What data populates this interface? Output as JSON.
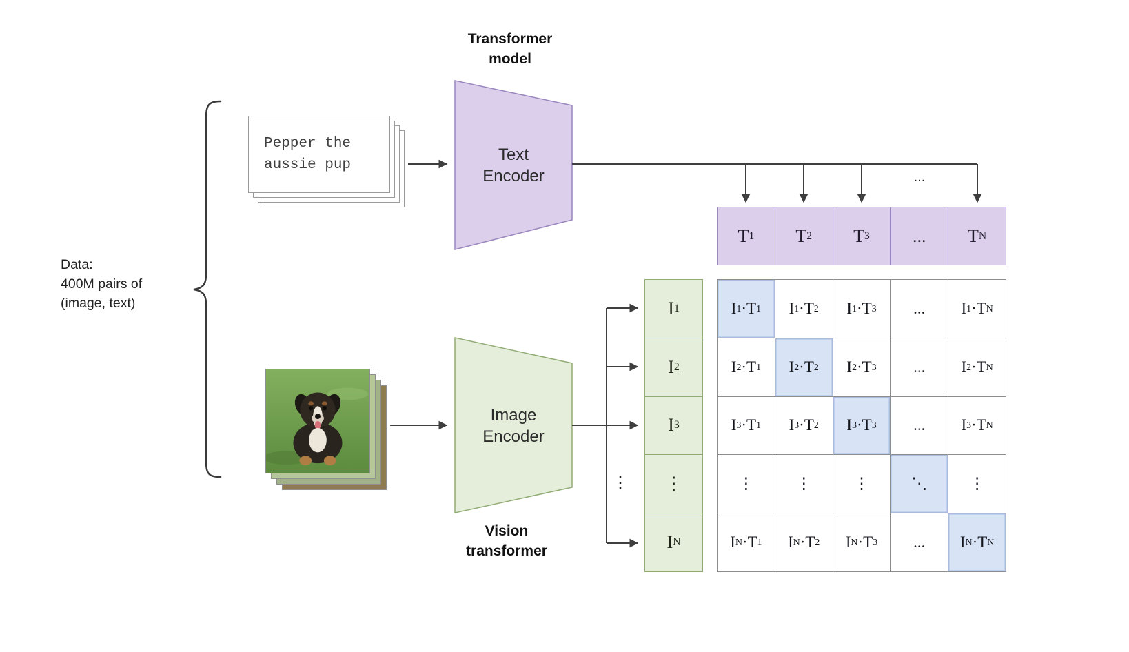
{
  "labels": {
    "dataset": [
      "Data:",
      "400M pairs of",
      "(image, text)"
    ],
    "transformer_model": [
      "Transformer",
      "model"
    ],
    "text_encoder": [
      "Text",
      "Encoder"
    ],
    "image_encoder": [
      "Image",
      "Encoder"
    ],
    "vision_transformer": [
      "Vision",
      "transformer"
    ],
    "ellipsis_horizontal": "...",
    "ellipsis_vertical": "⋮"
  },
  "text_input": [
    "Pepper the",
    "aussie pup"
  ],
  "embeddings": {
    "text": [
      "T_1",
      "T_2",
      "T_3",
      "...",
      "T_N"
    ],
    "image": [
      "I_1",
      "I_2",
      "I_3",
      "⋮",
      "I_N"
    ]
  },
  "matrix": {
    "rows": [
      [
        "I_1·T_1",
        "I_1·T_2",
        "I_1·T_3",
        "...",
        "I_1·T_N"
      ],
      [
        "I_2·T_1",
        "I_2·T_2",
        "I_2·T_3",
        "...",
        "I_2·T_N"
      ],
      [
        "I_3·T_1",
        "I_3·T_2",
        "I_3·T_3",
        "...",
        "I_3·T_N"
      ],
      [
        "⋮",
        "⋮",
        "⋮",
        "⋱",
        "⋮"
      ],
      [
        "I_N·T_1",
        "I_N·T_2",
        "I_N·T_3",
        "...",
        "I_N·T_N"
      ]
    ],
    "diagonal_highlighted": true
  },
  "colors": {
    "purple_fill": "#dbcfec",
    "purple_border": "#9a86be",
    "green_fill": "#e5eeda",
    "green_border": "#92ac75",
    "blue_fill": "#d8e3f6",
    "grid_line": "#8d8d8d",
    "arrow": "#3f3f3f"
  }
}
